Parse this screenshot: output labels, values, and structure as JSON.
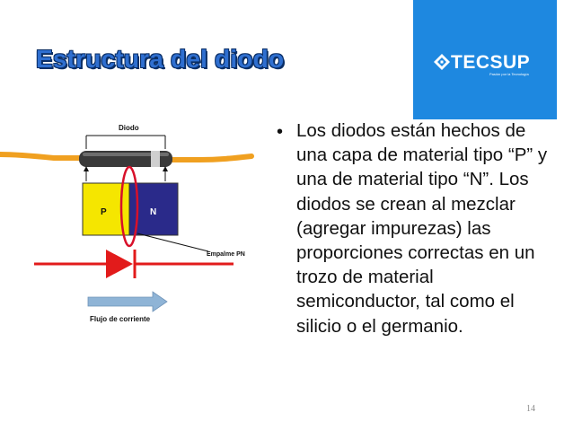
{
  "slide": {
    "title": "Estructura del diodo",
    "slide_number": "14",
    "bullet": "Los diodos están hechos de una capa de material tipo “P” y una de material tipo “N”. Los diodos se crean al mezclar (agregar impurezas) las proporciones correctas en un trozo de material semiconductor, tal como el silicio o el germanio."
  },
  "logo": {
    "name": "TECSUP",
    "tagline": "Pasión por la Tecnología",
    "brand_color": "#1e88e0"
  },
  "diagram": {
    "diode_label": "Diodo",
    "p_label": "P",
    "n_label": "N",
    "junction_label": "Empalme PN",
    "flow_label": "Flujo de corriente",
    "colors": {
      "p_region": "#f5e600",
      "n_region": "#2a2a8a",
      "wire": "#f0a020",
      "symbol": "#e21b1b",
      "junction_ring": "#d8102a",
      "flow_arrow": "#8fb4d6"
    }
  }
}
